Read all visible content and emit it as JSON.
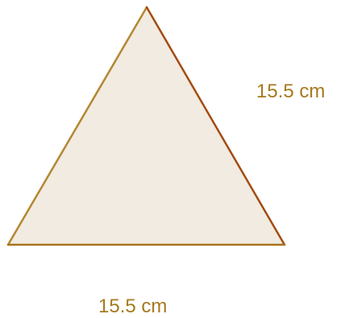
{
  "diagram": {
    "shape": "equilateral triangle",
    "side_labels": {
      "right": "15.5 cm",
      "bottom": "15.5 cm"
    },
    "colors": {
      "fill": "#f1ebe1",
      "left_stroke": "#b38733",
      "right_stroke": "#a34c12",
      "base_stroke": "#a8731e",
      "label_text": "#a57a1e"
    }
  }
}
